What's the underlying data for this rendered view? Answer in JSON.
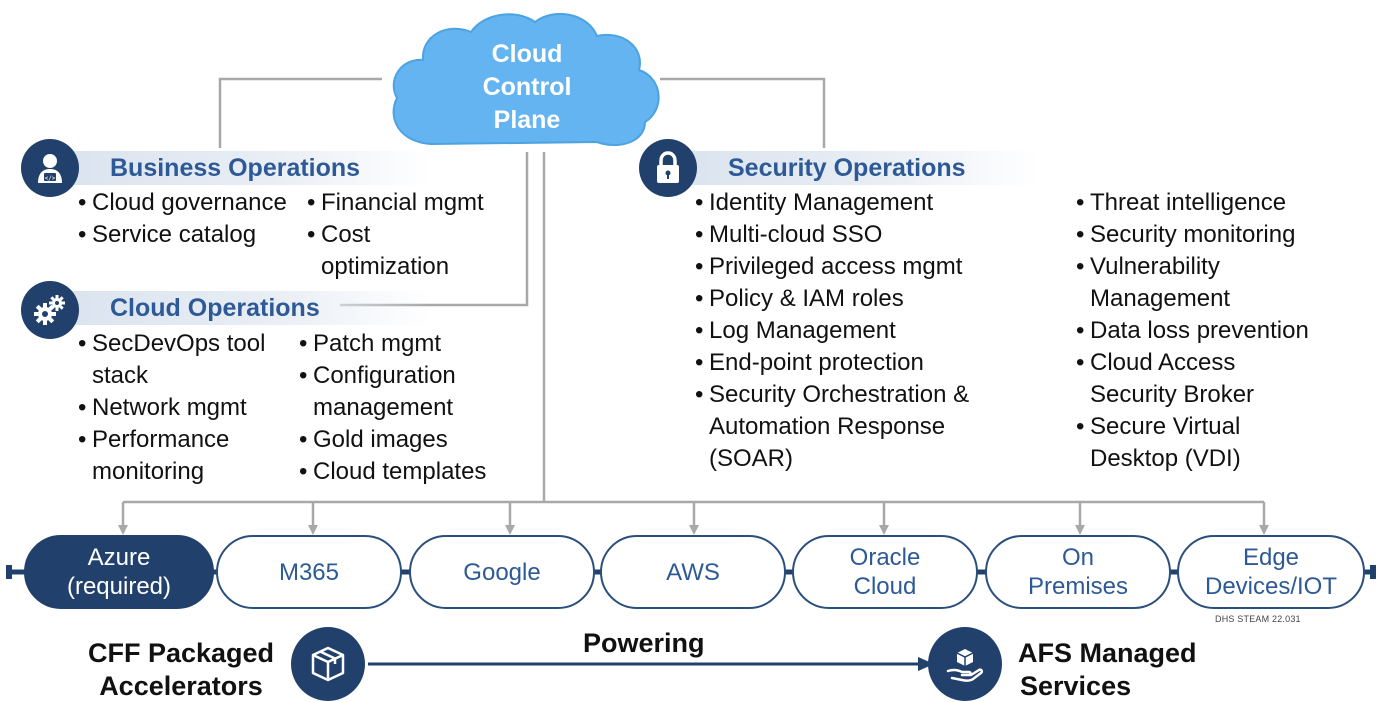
{
  "center": {
    "title_lines": [
      "Cloud",
      "Control",
      "Plane"
    ]
  },
  "business_operations": {
    "title": "Business Operations",
    "icon": "user-developer-icon",
    "col1": [
      "Cloud governance",
      "Service catalog"
    ],
    "col2": [
      "Financial mgmt",
      "Cost optimization"
    ]
  },
  "cloud_operations": {
    "title": "Cloud Operations",
    "icon": "gears-icon",
    "col1": [
      "SecDevOps tool stack",
      "Network mgmt",
      "Performance monitoring"
    ],
    "col2": [
      "Patch mgmt",
      "Configuration management",
      "Gold images",
      "Cloud templates"
    ]
  },
  "security_operations": {
    "title": "Security Operations",
    "icon": "lock-icon",
    "col1": [
      "Identity Management",
      "Multi-cloud SSO",
      "Privileged access mgmt",
      "Policy & IAM roles",
      "Log Management",
      "End-point protection",
      "Security Orchestration & Automation Response (SOAR)"
    ],
    "col2": [
      "Threat intelligence",
      "Security monitoring",
      "Vulnerability Management",
      "Data loss prevention",
      "Cloud Access Security Broker",
      "Secure Virtual Desktop (VDI)"
    ]
  },
  "platforms": [
    {
      "line1": "Azure",
      "line2": "(required)",
      "highlight": true
    },
    {
      "line1": "M365",
      "line2": "",
      "highlight": false
    },
    {
      "line1": "Google",
      "line2": "",
      "highlight": false
    },
    {
      "line1": "AWS",
      "line2": "",
      "highlight": false
    },
    {
      "line1": "Oracle",
      "line2": "Cloud",
      "highlight": false
    },
    {
      "line1": "On",
      "line2": "Premises",
      "highlight": false
    },
    {
      "line1": "Edge",
      "line2": "Devices/IOT",
      "highlight": false
    }
  ],
  "footnote": "DHS STEAM  22.031",
  "bottom": {
    "left_lines": [
      "CFF Packaged",
      "Accelerators"
    ],
    "left_icon": "package-box-icon",
    "middle": "Powering",
    "right_icon": "hand-package-icon",
    "right_lines": [
      "AFS Managed",
      "Services"
    ]
  },
  "colors": {
    "navy": "#21416c",
    "heading_blue": "#2d5a96",
    "cloud_blue": "#63b4f0",
    "line_gray": "#a8a8a8"
  }
}
